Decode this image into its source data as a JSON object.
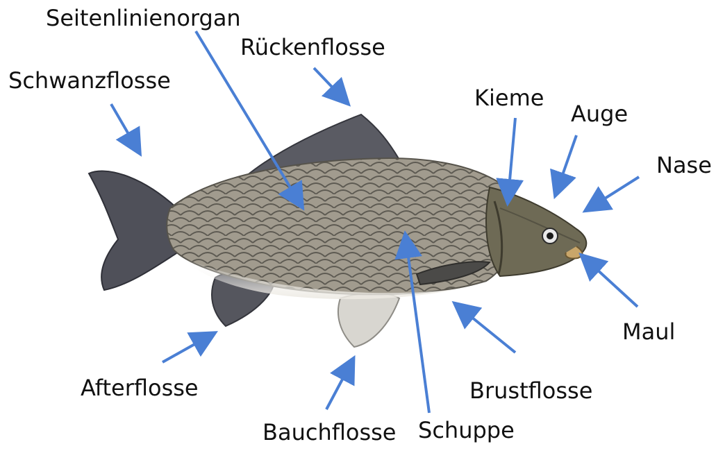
{
  "labels": {
    "seitenlinienorgan": "Seitenlinienorgan",
    "rueckenflosse": "Rückenflosse",
    "schwanzflosse": "Schwanzflosse",
    "kieme": "Kieme",
    "auge": "Auge",
    "nase": "Nase",
    "maul": "Maul",
    "afterflosse": "Afterflosse",
    "brustflosse": "Brustflosse",
    "bauchflosse": "Bauchflosse",
    "schuppe": "Schuppe"
  },
  "colors": {
    "arrow": "#4a7fd4",
    "body": "#9a9488",
    "belly": "#e6e3dc",
    "fin": "#5b5c66",
    "head": "#6b6a52"
  },
  "image": {
    "subject": "carp-fish"
  }
}
